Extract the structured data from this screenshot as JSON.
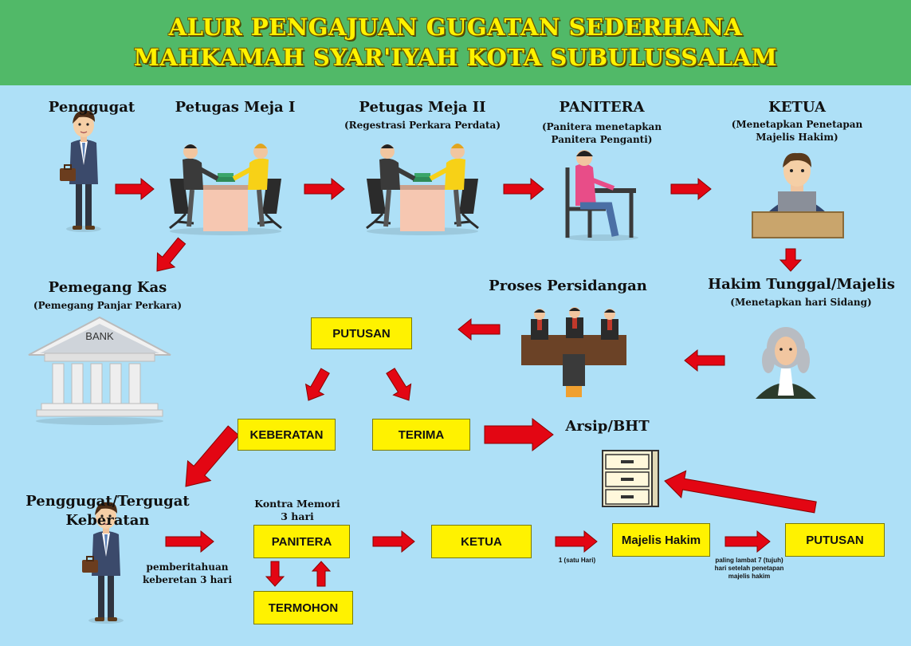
{
  "title": {
    "line1": "ALUR PENGAJUAN GUGATAN SEDERHANA",
    "line2": "MAHKAMAH SYAR'IYAH KOTA SUBULUSSALAM"
  },
  "colors": {
    "header": "#51b968",
    "background": "#aee0f7",
    "title": "#fff200",
    "box": "#fff200",
    "arrow": "#e30613"
  },
  "steps": {
    "penggugat": "Penggugat",
    "meja1": "Petugas Meja I",
    "meja2": {
      "title": "Petugas Meja II",
      "sub": "(Regestrasi Perkara Perdata)"
    },
    "panitera": {
      "title": "PANITERA",
      "sub1": "(Panitera menetapkan",
      "sub2": "Panitera Penganti)"
    },
    "ketua": {
      "title": "KETUA",
      "sub1": "(Menetapkan Penetapan",
      "sub2": "Majelis Hakim)"
    },
    "kas": {
      "title": "Pemegang Kas",
      "sub": "(Pemegang Panjar Perkara)",
      "bank": "BANK"
    },
    "hakim": {
      "title": "Hakim Tunggal/Majelis",
      "sub": "(Menetapkan hari Sidang)"
    },
    "sidang": "Proses Persidangan",
    "arsip": "Arsip/BHT",
    "keberatan_party": {
      "line1": "Penggugat/Tergugat",
      "line2": "Keberatan"
    }
  },
  "boxes": {
    "putusan1": "PUTUSAN",
    "keberatan": "KEBERATAN",
    "terima": "TERIMA",
    "panitera2": "PANITERA",
    "termohon": "TERMOHON",
    "ketua2": "KETUA",
    "majelis": "Majelis Hakim",
    "putusan2": "PUTUSAN"
  },
  "notes": {
    "kontra": {
      "line1": "Kontra Memori",
      "line2": "3 hari"
    },
    "pemberitahuan": {
      "line1": "pemberitahuan",
      "line2": "keberetan 3 hari"
    },
    "satu_hari": "1 (satu Hari)",
    "paling_lambat": {
      "line1": "paling lambat 7 (tujuh)",
      "line2": "hari setelah penetapan",
      "line3": "majelis hakim"
    }
  }
}
